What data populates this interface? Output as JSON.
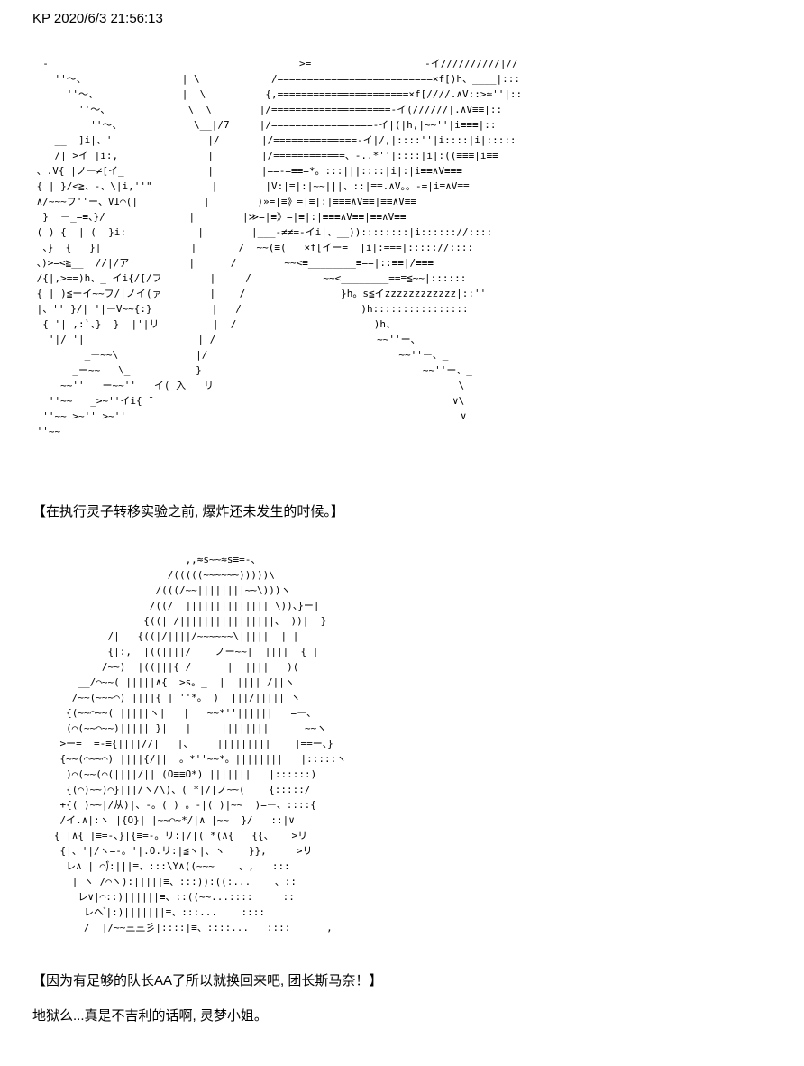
{
  "page": {
    "colors": {
      "background": "#ffffff",
      "text": "#000000"
    },
    "timestamp": "KP 2020/6/3 21:56:13",
    "ascii_art_scene": {
      "alt": "ascii-art-scene-laboratory-exterior",
      "lines": [
        " _-                       _                __>=___________________-イ//////////|//",
        "    ''〜、                | \\            /==========================×f[)h、____|:::",
        "      ''〜、              |  \\          {,======================×f[////.∧V::>≈''|::",
        "        ''〜、             \\  \\        |/====================-イ(//////|.∧V≡≡|::",
        "          ''〜、            \\__|/7     |/=================-イ|(|h,|~~''|i≡≡≡|::",
        "    __  ]i|、'                |/       |/==============-イ|/,|::::''|i::::|i|:::::",
        "    /| >イ |i:,               |        |/============、-..*''|::::|i|:((≡≡≡|i≡≡",
        " 、.V{ |ノー≠[イ_              |        |==-=≡≡=*。:::|||::::|i|:|i≡≡∧V≡≡≡",
        " { | }/<≧、-、\\|i,''\"          |        |V:|≡|:|~~|||、::|≡≡.∧V。。-=|i≡∧V≡≡",
        " ∧/~~~フ''ー、VI⌒(|           |        )»=|≡》=|≡|:|≡≡≡∧V≡≡|≡≡∧V≡≡",
        "  }  ー_=≡、}/              |        |≫=|≡》=|≡|:|≡≡≡∧V≡≡|≡≡∧V≡≡",
        " ( ) {  | (  }i:            |        |___-≠≠=-イi|、__))::::::::|i:::::://::::",
        "  、} _{   }|               |       /  ̄~~(≡(___×f[イー=__|i|:===|::::://::::",
        " 、)>=<≧__  //|/ア          |      /        ~~<≡________≡==|::≡≡|/≡≡≡",
        " /{|,>==)h、_ イi{/[/フ        |     /            ~~<________==≡≦~~|::::::",
        " { | )≦ーイ~~フ/|ノイ(ァ        |    /                }h。s≦イzzzzzzzzzzzz|::''",
        " |、'' }/| '|ーV~~{:}          |   /                    )h::::::::::::::::",
        "  { '| ,:`、}  }  |'|リ         |  /                       )h、",
        "   '|/ '|                   | /                           ~~''ー、_",
        "         _ー~~\\             |/                                ~~''ー、_",
        "       _ー~~   \\_           }                                     ~~''ー、_",
        "     ~~''  _ー~~''  _イ( ̄入   リ                                         \\",
        "   ''~~   _>~''イi{ ̄                                                   ∨\\",
        "  ''~~ >~'' >~''                                                        ∨",
        " ''~~"
      ]
    },
    "caption_scene": "【在执行灵子转移实验之前, 爆炸还未发生的时候。】",
    "ascii_art_character": {
      "alt": "ascii-art-long-haired-girl",
      "lines": [
        "                         ,,≈s~~≈s≡=-、",
        "                      /(((((~~~~~~)))))\\",
        "                    /(((/~~||||||||~~\\)))ヽ",
        "                   /((/  |||||||||||||| \\))、}ー|",
        "                  {((| /||||||||||||||||、 ))|  }",
        "            /|   {((|/||||/~~~~~~\\|||||  | |",
        "            {|:,  |((||||/    ノー~~|  ||||  { |",
        "           /~~)  |((|||{ /      |  ||||   )(",
        "       __/⌒~~( |||||∧{  >s。_  |  |||| /||ヽ",
        "      /~~(~~~⌒) ||||{ | ''*。_)  |||/||||| ヽ__",
        "     {(~~⌒~~( |||||ヽ|   |   ~~*''||||||   =ー、",
        "     (⌒(~~⌒~~)||||| }|   |     ||||||||      ~~ヽ",
        "    >ー=__=-≡{||||//|   |、    |||||||||    |==ー、}",
        "    {~~(⌒~~⌒) ||||{/||  。*''~~*。||||||||   |:::::ヽ",
        "     )⌒(~~(⌒(||||/|| (О≡≡О*) |||||||   |::::::)",
        "     {(⌒)~~)⌒}|||/ヽ/\\)、( *|/|ノ~~(    {:::::/",
        "    +{( )~~|/从)|、-。( ) 。-|( )|~~  )=ー、::::{",
        "    /イ.∧|:ヽ |{О}| |~~⌒~*/|∧ |~~  }/   ::|∨",
        "   { |∧{ |≡=-、}|{≡=-。リ:|/|( *(∧{   {{、   >リ",
        "    {|、'|/ヽ=-。'|.Ο.リ:|≦ヽ|、ヽ    }},     >リ",
        "     レ∧ | ⌒)゙:|||≡、:::\\Y∧((~~~    、,   :::",
        "      | ヽ /⌒ヽ):|||||≡、:::)):((:...    、::",
        "       レ∨|⌒::)||||||≡、::((~~...::::     ::",
        "        レヘ ゙|:)|||||||≡、:::...    ::::",
        "        /  |/~~三三彡|::::|≡、::::...   ::::      ,"
      ]
    },
    "caption_character": "【因为有足够的队长AA了所以就换回来吧, 团长斯马奈！】",
    "dialogue_line": "地狱么...真是不吉利的话啊, 灵梦小姐。"
  }
}
